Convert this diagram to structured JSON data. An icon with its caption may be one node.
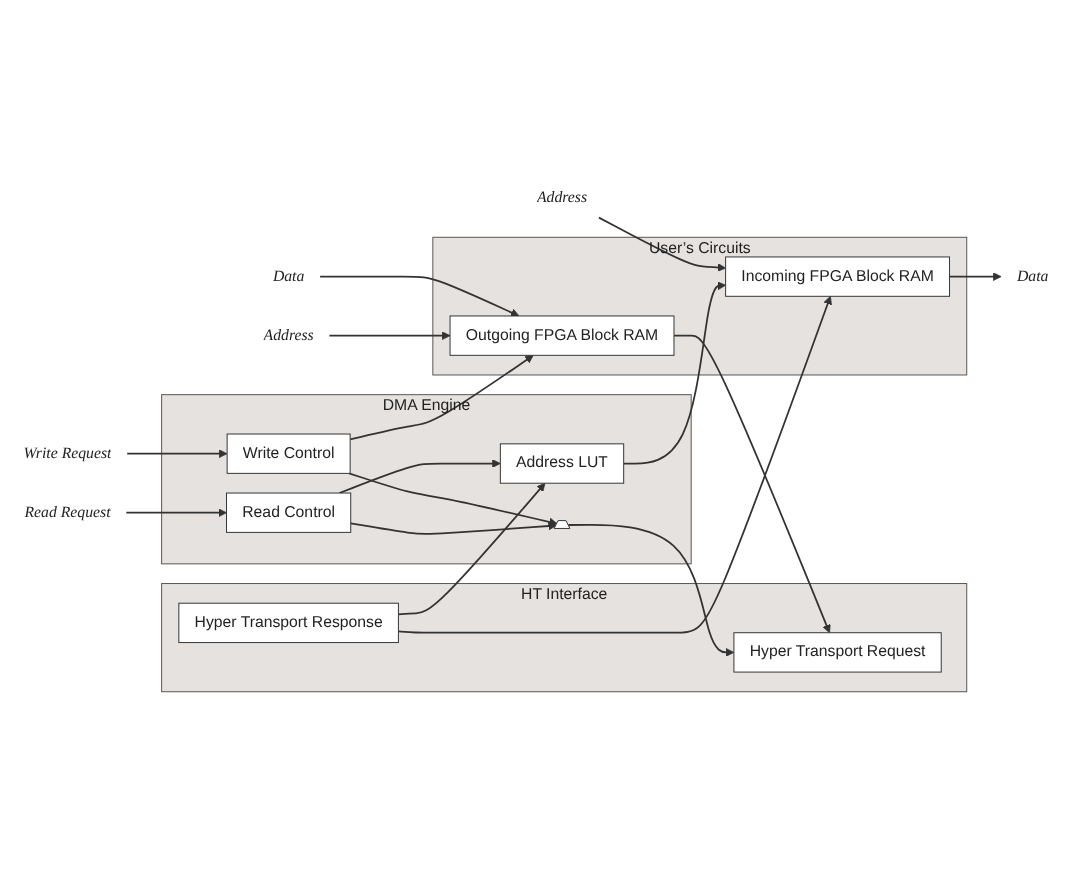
{
  "diagram": {
    "nodes": [
      {
        "text": [
          "HT Interface"
        ]
      },
      {
        "text": [
          "Hyper Transport Response"
        ],
        "in": 0
      },
      {
        "text": [
          "Hyper Transport Request"
        ],
        "in": 0
      },
      {
        "text": [
          "DMA Engine"
        ]
      },
      {
        "text": [
          "Address LUT"
        ],
        "in": 3
      },
      {
        "text": [
          "Read Control"
        ],
        "in": 3
      },
      {
        "text": [],
        "shape": "trapezoid",
        "in": 3
      },
      {
        "text": [
          "Write Control"
        ],
        "in": 3
      },
      {
        "text": [
          "User’s Circuits"
        ]
      },
      {
        "text": [
          "Incoming FPGA Block RAM"
        ],
        "in": 8
      },
      {
        "text": [
          "Outgoing FPGA Block RAM"
        ],
        "in": 8
      },
      {
        "text": [
          "Data"
        ]
      },
      {
        "text": [
          "Address"
        ]
      },
      {
        "text": [
          "Read Request"
        ]
      },
      {
        "text": [
          "Write Request"
        ]
      },
      {
        "text": [
          "Address"
        ]
      },
      {
        "text": [
          "Data"
        ]
      }
    ],
    "edges": [
      {
        "from": 1,
        "to": 9,
        "arrow": "to"
      },
      {
        "from": 1,
        "to": 4,
        "arrow": "to"
      },
      {
        "from": 4,
        "to": 9,
        "arrow": "to"
      },
      {
        "from": 9,
        "to": 11,
        "arrow": "to"
      },
      {
        "from": 12,
        "to": 9,
        "arrow": "to"
      },
      {
        "from": 13,
        "to": 5,
        "arrow": "to"
      },
      {
        "from": 5,
        "to": 4,
        "arrow": "to"
      },
      {
        "from": 5,
        "to": 6,
        "arrow": "to"
      },
      {
        "from": 14,
        "to": 7,
        "arrow": "to"
      },
      {
        "from": 7,
        "to": 6,
        "arrow": "to"
      },
      {
        "from": 7,
        "to": 10,
        "arrow": "to"
      },
      {
        "from": 6,
        "to": 2,
        "arrow": "to"
      },
      {
        "from": 15,
        "to": 10,
        "arrow": "to"
      },
      {
        "from": 16,
        "to": 10,
        "arrow": "to"
      },
      {
        "from": 10,
        "to": 2,
        "arrow": "to"
      }
    ]
  }
}
